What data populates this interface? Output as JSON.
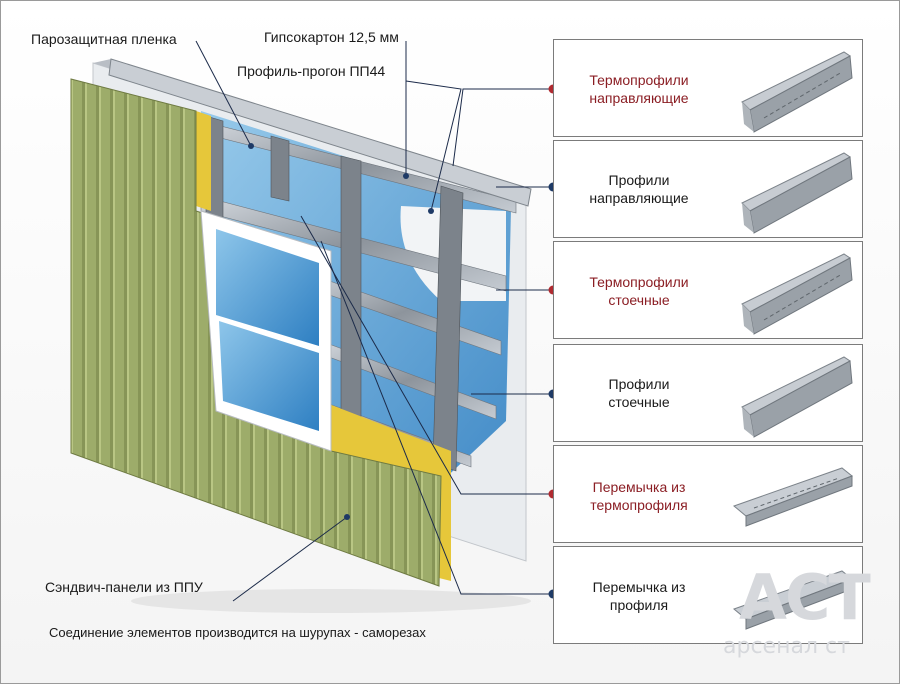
{
  "labels": {
    "vapour_film": "Парозащитная пленка",
    "plasterboard": "Гипсокартон 12,5 мм",
    "purlin": "Профиль-прогон ПП44",
    "sandwich": "Сэндвич-панели из ППУ"
  },
  "caption": "Соединение элементов производится на шурупах - саморезах",
  "panels": [
    {
      "line1": "Термопрофили",
      "line2": "направляющие"
    },
    {
      "line1": "Профили",
      "line2": "направляющие"
    },
    {
      "line1": "Термопрофили",
      "line2": "стоечные"
    },
    {
      "line1": "Профили",
      "line2": "стоечные"
    },
    {
      "line1": "Перемычка из",
      "line2": "термопрофиля"
    },
    {
      "line1": "Перемычка из",
      "line2": "профиля"
    }
  ],
  "watermark": {
    "logo": "ACT",
    "text": "арсенал ст"
  },
  "colors": {
    "accent_red": "#8b1e24",
    "accent_blue": "#1e3a66",
    "panel_green": "#9dac6a"
  }
}
